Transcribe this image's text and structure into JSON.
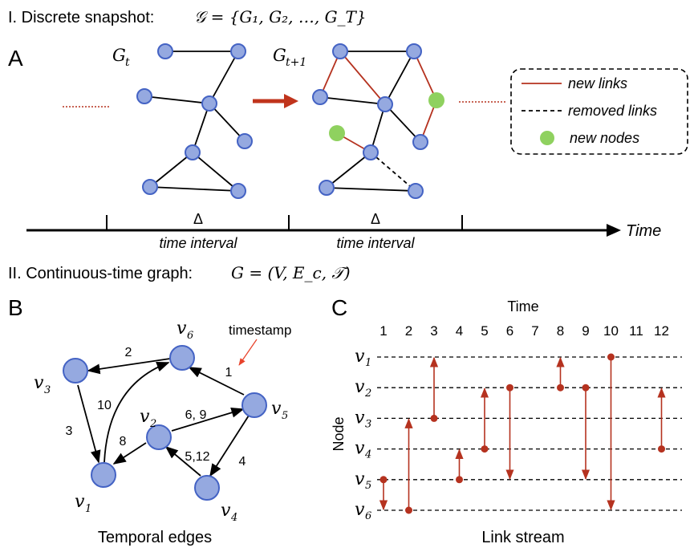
{
  "section1": {
    "title": "I. Discrete snapshot:",
    "formula": "𝒢 = {G₁, G₂, …, G_T}",
    "panel_letter": "A",
    "snapshot_t": "G",
    "snapshot_t_sub": "t",
    "snapshot_t1": "G",
    "snapshot_t1_sub": "t+1",
    "delta1": "Δ",
    "delta2": "Δ",
    "interval1": "time interval",
    "interval2": "time interval",
    "time_label": "Time",
    "legend": {
      "new_links": "new links",
      "removed_links": "removed links",
      "new_nodes": "new nodes"
    }
  },
  "section2": {
    "title": "II. Continuous-time graph:",
    "formula": "G = (V, E_c, 𝒯)"
  },
  "panelB": {
    "letter": "B",
    "caption": "Temporal edges",
    "timestamp_label": "timestamp",
    "nodes": [
      {
        "name": "v1",
        "label": "v",
        "sub": "1"
      },
      {
        "name": "v2",
        "label": "v",
        "sub": "2"
      },
      {
        "name": "v3",
        "label": "v",
        "sub": "3"
      },
      {
        "name": "v4",
        "label": "v",
        "sub": "4"
      },
      {
        "name": "v5",
        "label": "v",
        "sub": "5"
      },
      {
        "name": "v6",
        "label": "v",
        "sub": "6"
      }
    ],
    "edges": [
      {
        "from": "v6",
        "to": "v3",
        "label": "2"
      },
      {
        "from": "v5",
        "to": "v6",
        "label": "1"
      },
      {
        "from": "v3",
        "to": "v1",
        "label": "3"
      },
      {
        "from": "v1",
        "to": "v6",
        "label": "10"
      },
      {
        "from": "v2",
        "to": "v1",
        "label": "8"
      },
      {
        "from": "v2",
        "to": "v5",
        "label": "6, 9"
      },
      {
        "from": "v4",
        "to": "v2",
        "label": "5,12"
      },
      {
        "from": "v5",
        "to": "v4",
        "label": "4"
      }
    ]
  },
  "panelC": {
    "letter": "C",
    "title": "Time",
    "ylabel": "Node",
    "caption": "Link stream",
    "times": [
      "1",
      "2",
      "3",
      "4",
      "5",
      "6",
      "7",
      "8",
      "9",
      "10",
      "11",
      "12"
    ],
    "nodes": [
      {
        "label": "v",
        "sub": "1"
      },
      {
        "label": "v",
        "sub": "2"
      },
      {
        "label": "v",
        "sub": "3"
      },
      {
        "label": "v",
        "sub": "4"
      },
      {
        "label": "v",
        "sub": "5"
      },
      {
        "label": "v",
        "sub": "6"
      }
    ],
    "links": [
      {
        "t": 1,
        "from": 5,
        "to": 6
      },
      {
        "t": 2,
        "from": 6,
        "to": 3
      },
      {
        "t": 3,
        "from": 3,
        "to": 1
      },
      {
        "t": 4,
        "from": 5,
        "to": 4
      },
      {
        "t": 5,
        "from": 4,
        "to": 2
      },
      {
        "t": 6,
        "from": 2,
        "to": 5
      },
      {
        "t": 8,
        "from": 2,
        "to": 1
      },
      {
        "t": 9,
        "from": 2,
        "to": 5
      },
      {
        "t": 10,
        "from": 1,
        "to": 6
      },
      {
        "t": 12,
        "from": 4,
        "to": 2
      }
    ],
    "colors": {
      "link": "#b5321f"
    }
  }
}
